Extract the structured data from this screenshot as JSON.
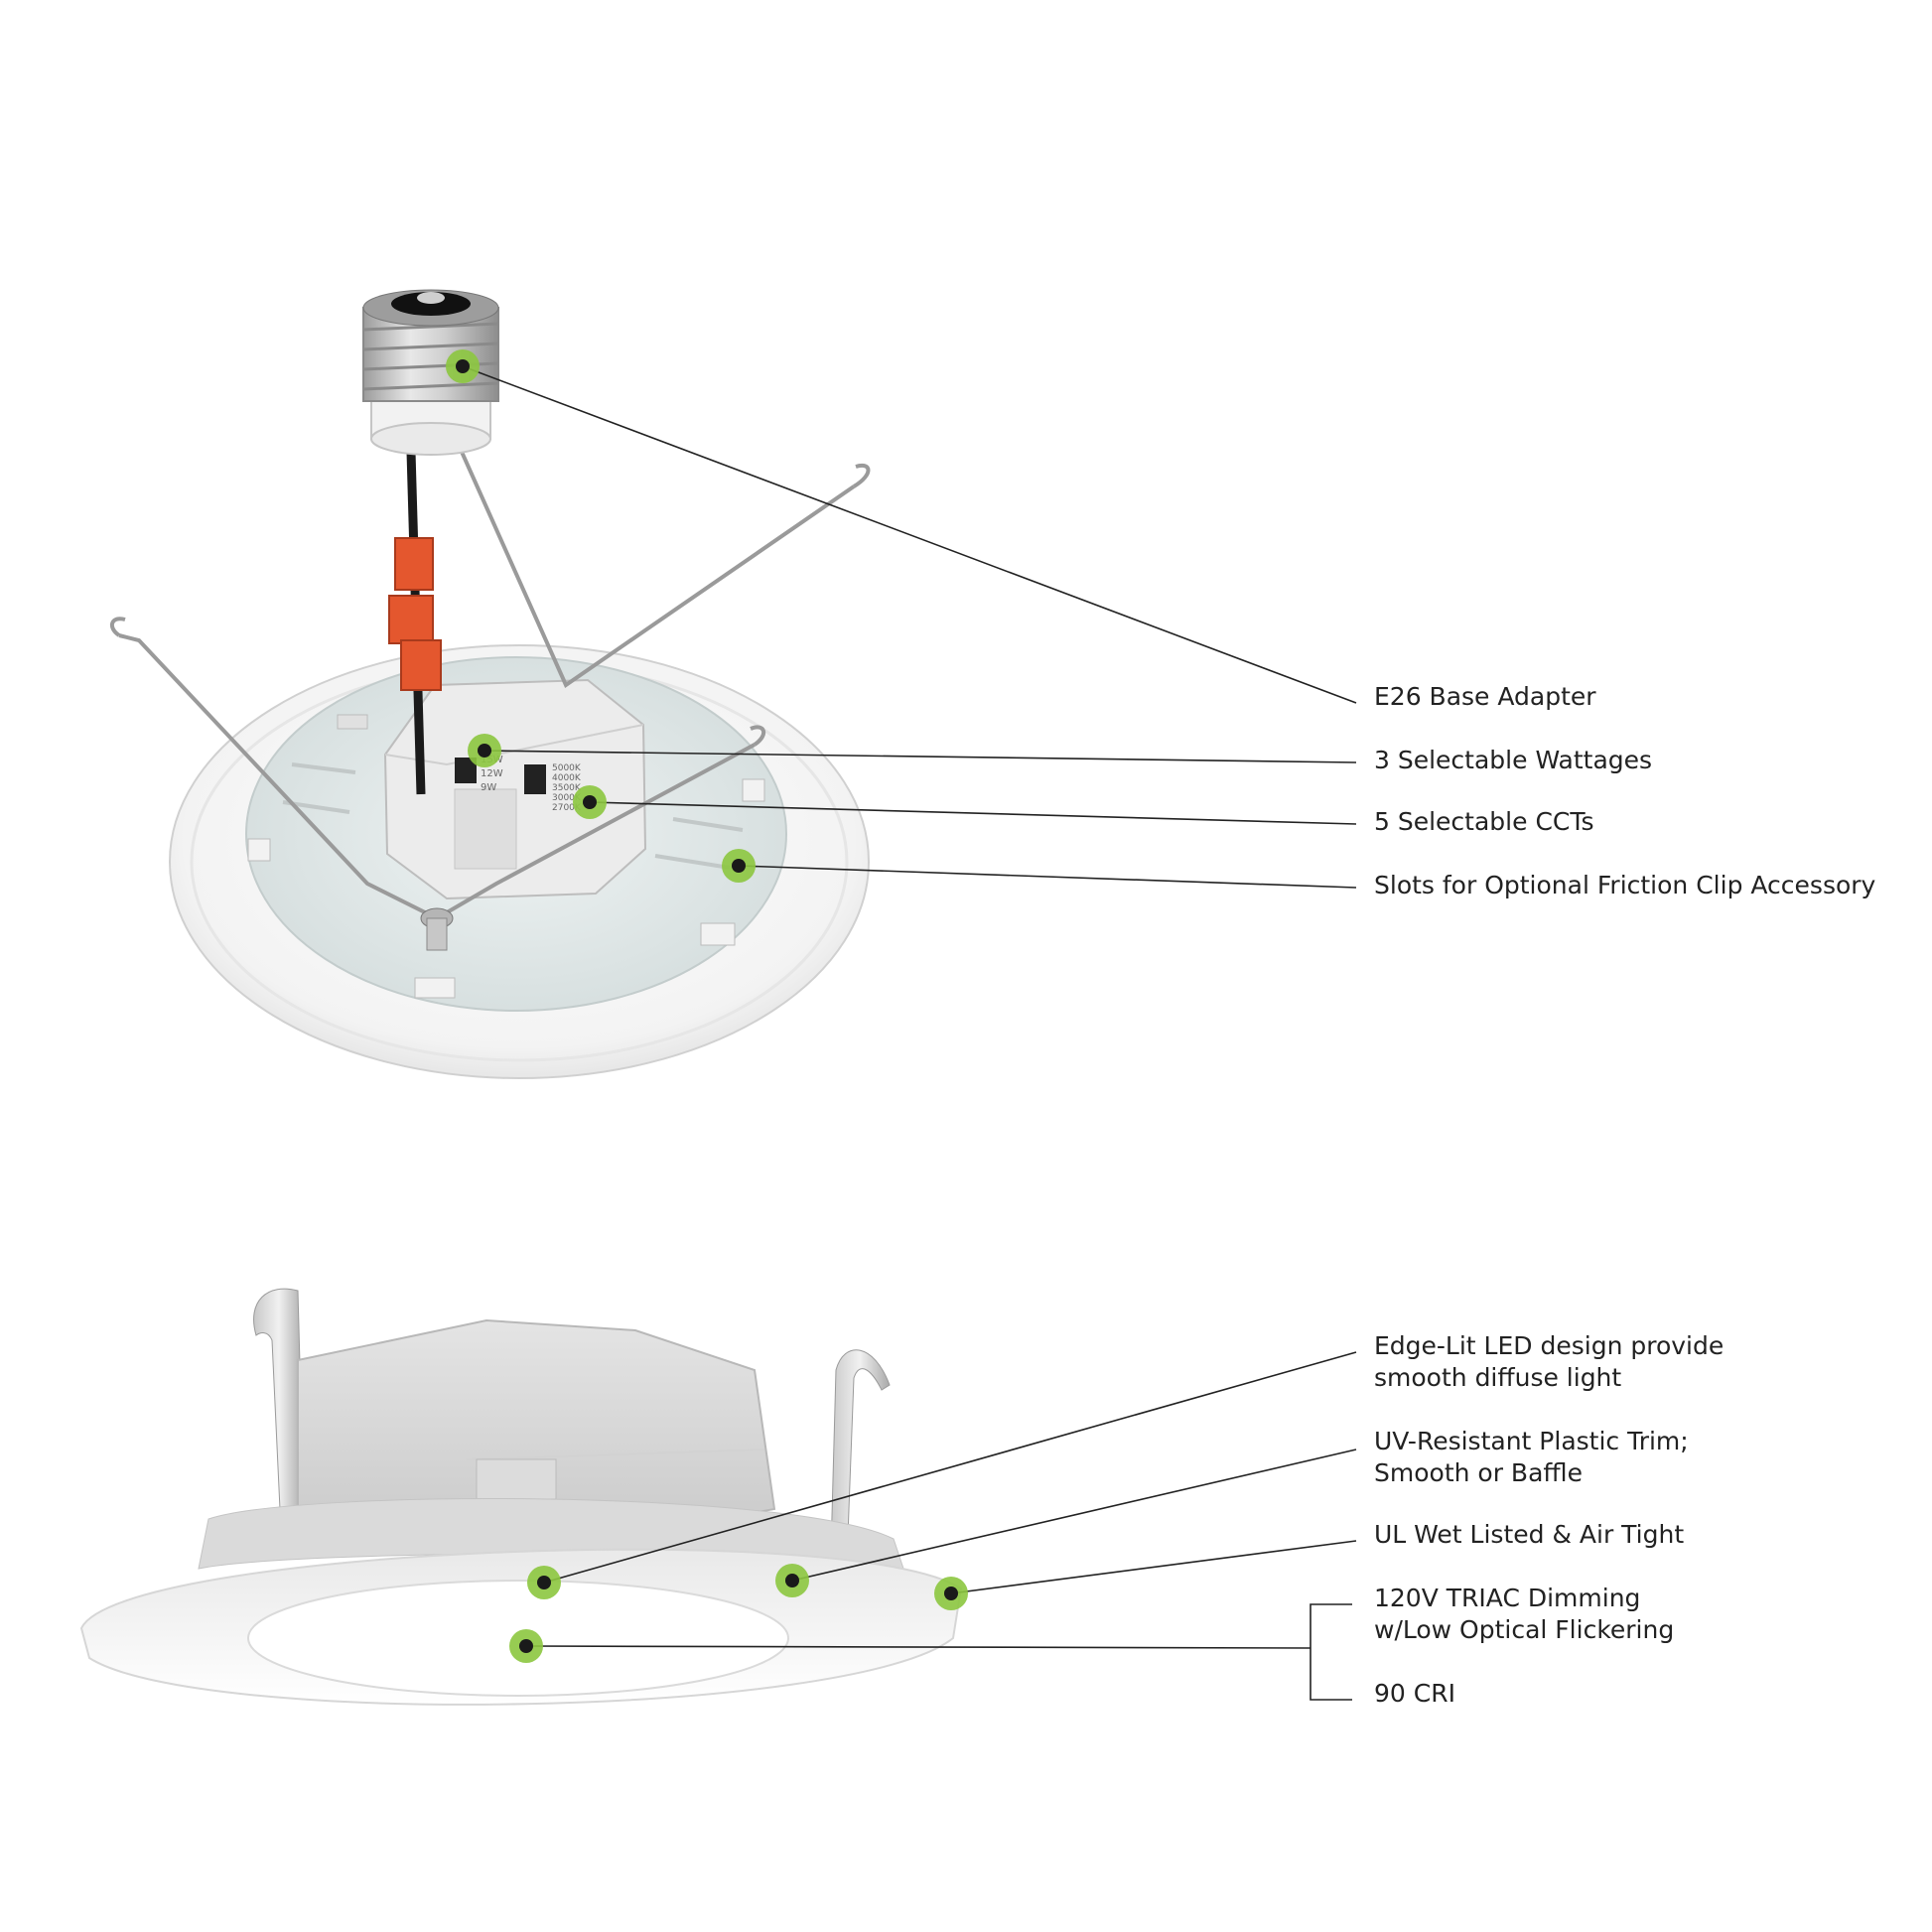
{
  "diagram": {
    "callout_dot_color": "#8cc63f",
    "callout_center_color": "#1a1a1a",
    "leader_color": "#222222",
    "top_callouts": [
      {
        "id": "e26",
        "text": "E26 Base Adapter"
      },
      {
        "id": "wattages",
        "text": "3 Selectable Wattages"
      },
      {
        "id": "ccts",
        "text": "5 Selectable CCTs"
      },
      {
        "id": "slots",
        "text": "Slots for Optional Friction Clip Accessory"
      }
    ],
    "bottom_callouts": [
      {
        "id": "edge-lit",
        "lines": [
          "Edge-Lit LED design provide",
          "smooth diffuse light"
        ]
      },
      {
        "id": "uv-trim",
        "lines": [
          "UV-Resistant Plastic Trim;",
          "Smooth or Baffle"
        ]
      },
      {
        "id": "ul-wet",
        "lines": [
          "UL Wet Listed & Air Tight"
        ]
      },
      {
        "id": "dimming",
        "lines": [
          "120V TRIAC Dimming",
          "w/Low Optical Flickering"
        ]
      },
      {
        "id": "cri",
        "lines": [
          "90 CRI"
        ]
      }
    ],
    "switch_labels": {
      "wattage": [
        "15W",
        "12W",
        "9W"
      ],
      "cct": [
        "5000K",
        "4000K",
        "3500K",
        "3000K",
        "2700K"
      ]
    }
  }
}
